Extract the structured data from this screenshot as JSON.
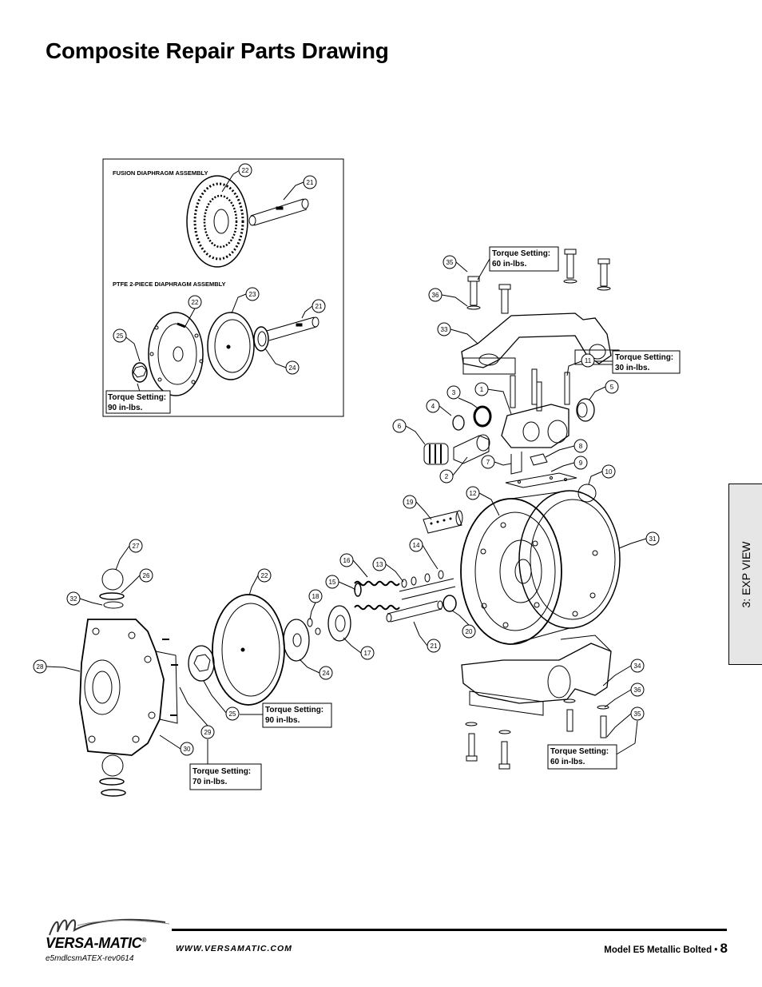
{
  "page": {
    "title": "Composite Repair Parts Drawing",
    "side_tab": "3: EXP VIEW"
  },
  "inset": {
    "fusion_title": "FUSION DIAPHRAGM ASSEMBLY",
    "ptfe_title": "PTFE 2-PIECE DIAPHRAGM ASSEMBLY"
  },
  "torque": {
    "t1_line1": "Torque Setting:",
    "t1_line2": "90 in-lbs.",
    "t2_line1": "Torque Setting:",
    "t2_line2": "60 in-lbs.",
    "t3_line1": "Torque Setting:",
    "t3_line2": "30 in-lbs.",
    "t4_line1": "Torque Setting:",
    "t4_line2": "90 in-lbs.",
    "t5_line1": "Torque Setting:",
    "t5_line2": "70 in-lbs.",
    "t6_line1": "Torque Setting:",
    "t6_line2": "60 in-lbs."
  },
  "callouts": {
    "c22a": "22",
    "c21a": "21",
    "c22b": "22",
    "c23": "23",
    "c21b": "21",
    "c25a": "25",
    "c24a": "24",
    "c35a": "35",
    "c36a": "36",
    "c33": "33",
    "c11": "11",
    "c3": "3",
    "c1": "1",
    "c5": "5",
    "c4": "4",
    "c6": "6",
    "c8": "8",
    "c7": "7",
    "c9": "9",
    "c2": "2",
    "c10": "10",
    "c19": "19",
    "c12": "12",
    "c31": "31",
    "c14": "14",
    "c16": "16",
    "c13": "13",
    "c15": "15",
    "c27": "27",
    "c26": "26",
    "c32": "32",
    "c22c": "22",
    "c18": "18",
    "c17": "17",
    "c20": "20",
    "c21c": "21",
    "c28": "28",
    "c24b": "24",
    "c25b": "25",
    "c29": "29",
    "c30": "30",
    "c34": "34",
    "c36b": "36",
    "c35b": "35"
  },
  "footer": {
    "brand": "VERSA-MATIC",
    "registered": "®",
    "doc_code": "e5mdlcsmATEX-rev0614",
    "website": "WWW.VERSAMATIC.COM",
    "model": "Model E5 Metallic Bolted •",
    "page_number": "8"
  }
}
